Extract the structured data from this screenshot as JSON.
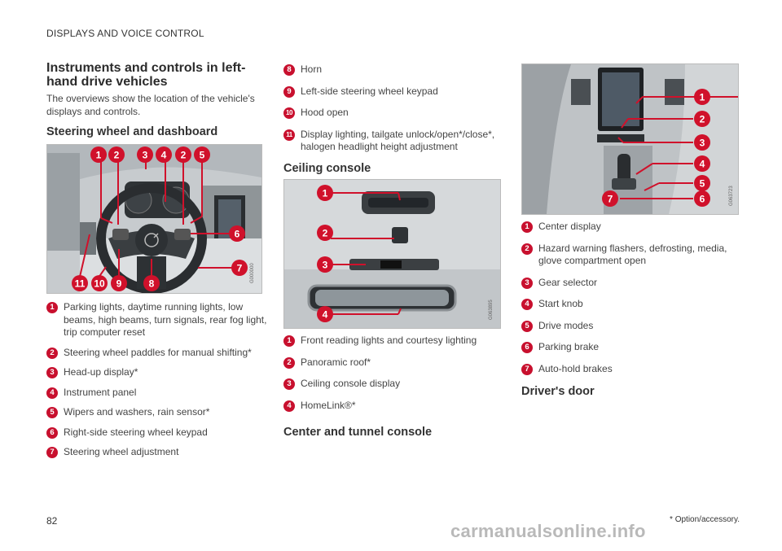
{
  "header": {
    "section": "DISPLAYS AND VOICE CONTROL"
  },
  "title": "Instruments and controls in left-hand drive vehicles",
  "intro": "The overviews show the location of the vehicle's displays and controls.",
  "steering": {
    "heading": "Steering wheel and dashboard",
    "image_code": "G000000",
    "items": [
      {
        "n": "1",
        "text": "Parking lights, daytime running lights, low beams, high beams, turn signals, rear fog light, trip computer reset"
      },
      {
        "n": "2",
        "text": "Steering wheel paddles for manual shifting*"
      },
      {
        "n": "3",
        "text": "Head-up display*"
      },
      {
        "n": "4",
        "text": "Instrument panel"
      },
      {
        "n": "5",
        "text": "Wipers and washers, rain sensor*"
      },
      {
        "n": "6",
        "text": "Right-side steering wheel keypad"
      },
      {
        "n": "7",
        "text": "Steering wheel adjustment"
      },
      {
        "n": "8",
        "text": "Horn"
      },
      {
        "n": "9",
        "text": "Left-side steering wheel keypad"
      },
      {
        "n": "10",
        "text": "Hood open"
      },
      {
        "n": "11",
        "text": "Display lighting, tailgate unlock/open*/close*, halogen headlight height adjustment"
      }
    ],
    "callouts": [
      "1",
      "2",
      "3",
      "4",
      "2",
      "5",
      "6",
      "7",
      "8",
      "9",
      "10",
      "11"
    ]
  },
  "ceiling": {
    "heading": "Ceiling console",
    "image_code": "G063895",
    "items": [
      {
        "n": "1",
        "text": "Front reading lights and courtesy lighting"
      },
      {
        "n": "2",
        "text": "Panoramic roof*"
      },
      {
        "n": "3",
        "text": "Ceiling console display"
      },
      {
        "n": "4",
        "text": "HomeLink®*"
      }
    ],
    "callouts": [
      "1",
      "2",
      "3",
      "4"
    ]
  },
  "center": {
    "heading": "Center and tunnel console",
    "image_code": "G063723",
    "items": [
      {
        "n": "1",
        "text": "Center display"
      },
      {
        "n": "2",
        "text": "Hazard warning flashers, defrosting, media, glove compartment open"
      },
      {
        "n": "3",
        "text": "Gear selector"
      },
      {
        "n": "4",
        "text": "Start knob"
      },
      {
        "n": "5",
        "text": "Drive modes"
      },
      {
        "n": "6",
        "text": "Parking brake"
      },
      {
        "n": "7",
        "text": "Auto-hold brakes"
      }
    ],
    "callouts": [
      "1",
      "2",
      "3",
      "4",
      "5",
      "6",
      "7"
    ]
  },
  "door": {
    "heading": "Driver's door"
  },
  "footer": {
    "page": "82",
    "footnote": "* Option/accessory.",
    "watermark": "carmanualsonline.info"
  },
  "colors": {
    "callout": "#d0112b",
    "text": "#444444"
  }
}
